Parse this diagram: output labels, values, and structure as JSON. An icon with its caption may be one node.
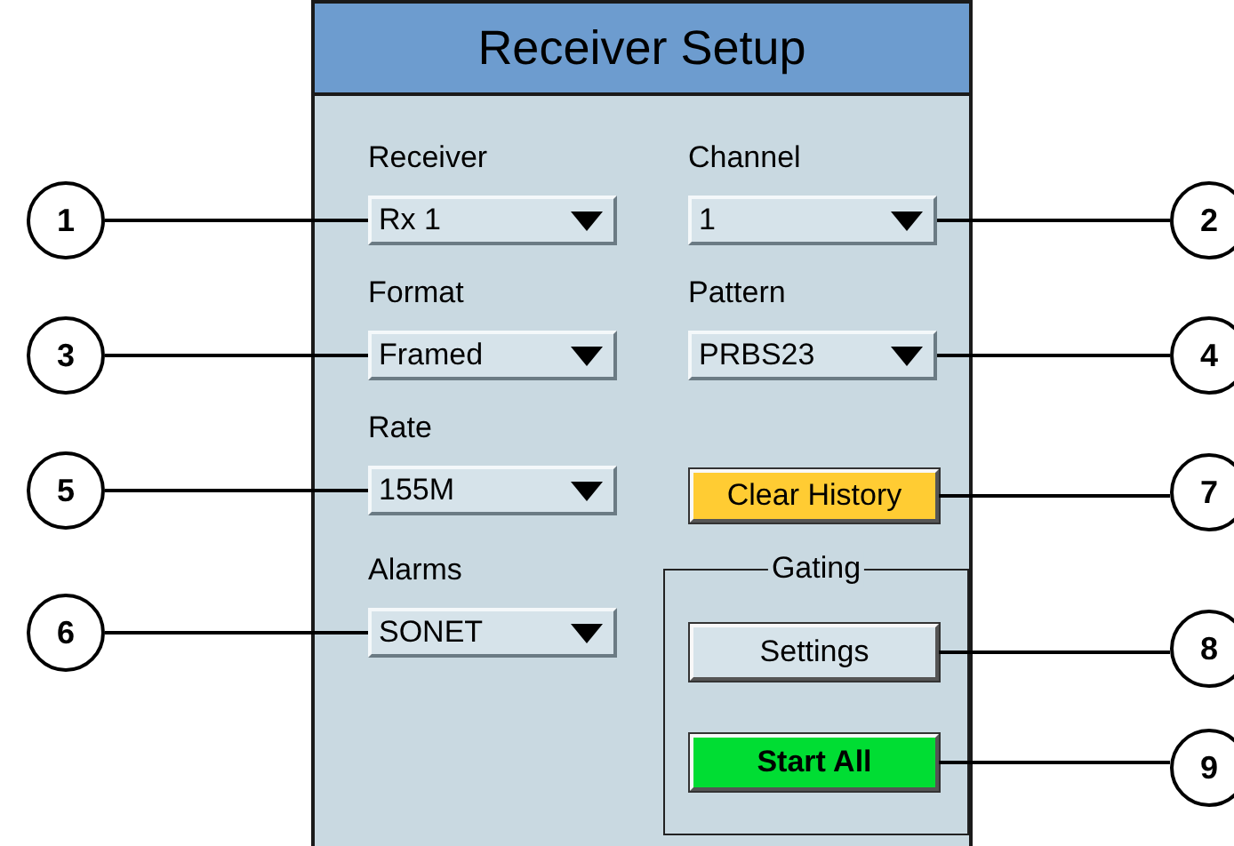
{
  "diagram": {
    "nodes": [
      {
        "text": [
          "Receiver Setup"
        ]
      },
      {
        "text": [
          "1"
        ]
      },
      {
        "text": [
          "Receiver",
          "Rx 1"
        ],
        "in": 0
      },
      {
        "text": [
          "Channel",
          "1"
        ],
        "in": 0
      },
      {
        "text": [
          "2"
        ]
      },
      {
        "text": [
          "3"
        ]
      },
      {
        "text": [
          "Format",
          "Framed"
        ],
        "in": 0
      },
      {
        "text": [
          "Pattern",
          "PRBS23"
        ],
        "in": 0
      },
      {
        "text": [
          "4"
        ]
      },
      {
        "text": [
          "5"
        ]
      },
      {
        "text": [
          "Rate",
          "155M"
        ],
        "in": 0
      },
      {
        "text": [
          "Clear History"
        ],
        "in": 0
      },
      {
        "text": [
          "7"
        ]
      },
      {
        "text": [
          "Gating"
        ],
        "in": 0
      },
      {
        "text": [
          "6"
        ]
      },
      {
        "text": [
          "Alarms",
          "SONET"
        ],
        "in": 0
      },
      {
        "text": [
          "Settings"
        ],
        "in": 13
      },
      {
        "text": [
          "8"
        ]
      },
      {
        "text": [
          "Start All"
        ],
        "in": 13
      },
      {
        "text": [
          "9"
        ]
      }
    ],
    "edges": [
      {
        "from": 1,
        "to": 2,
        "arrow": "none"
      },
      {
        "from": 4,
        "to": 3,
        "arrow": "none"
      },
      {
        "from": 5,
        "to": 6,
        "arrow": "none"
      },
      {
        "from": 8,
        "to": 7,
        "arrow": "none"
      },
      {
        "from": 9,
        "to": 10,
        "arrow": "none"
      },
      {
        "from": 12,
        "to": 11,
        "arrow": "none"
      },
      {
        "from": 14,
        "to": 15,
        "arrow": "none"
      },
      {
        "from": 17,
        "to": 16,
        "arrow": "none"
      },
      {
        "from": 19,
        "to": 18,
        "arrow": "none"
      }
    ]
  }
}
